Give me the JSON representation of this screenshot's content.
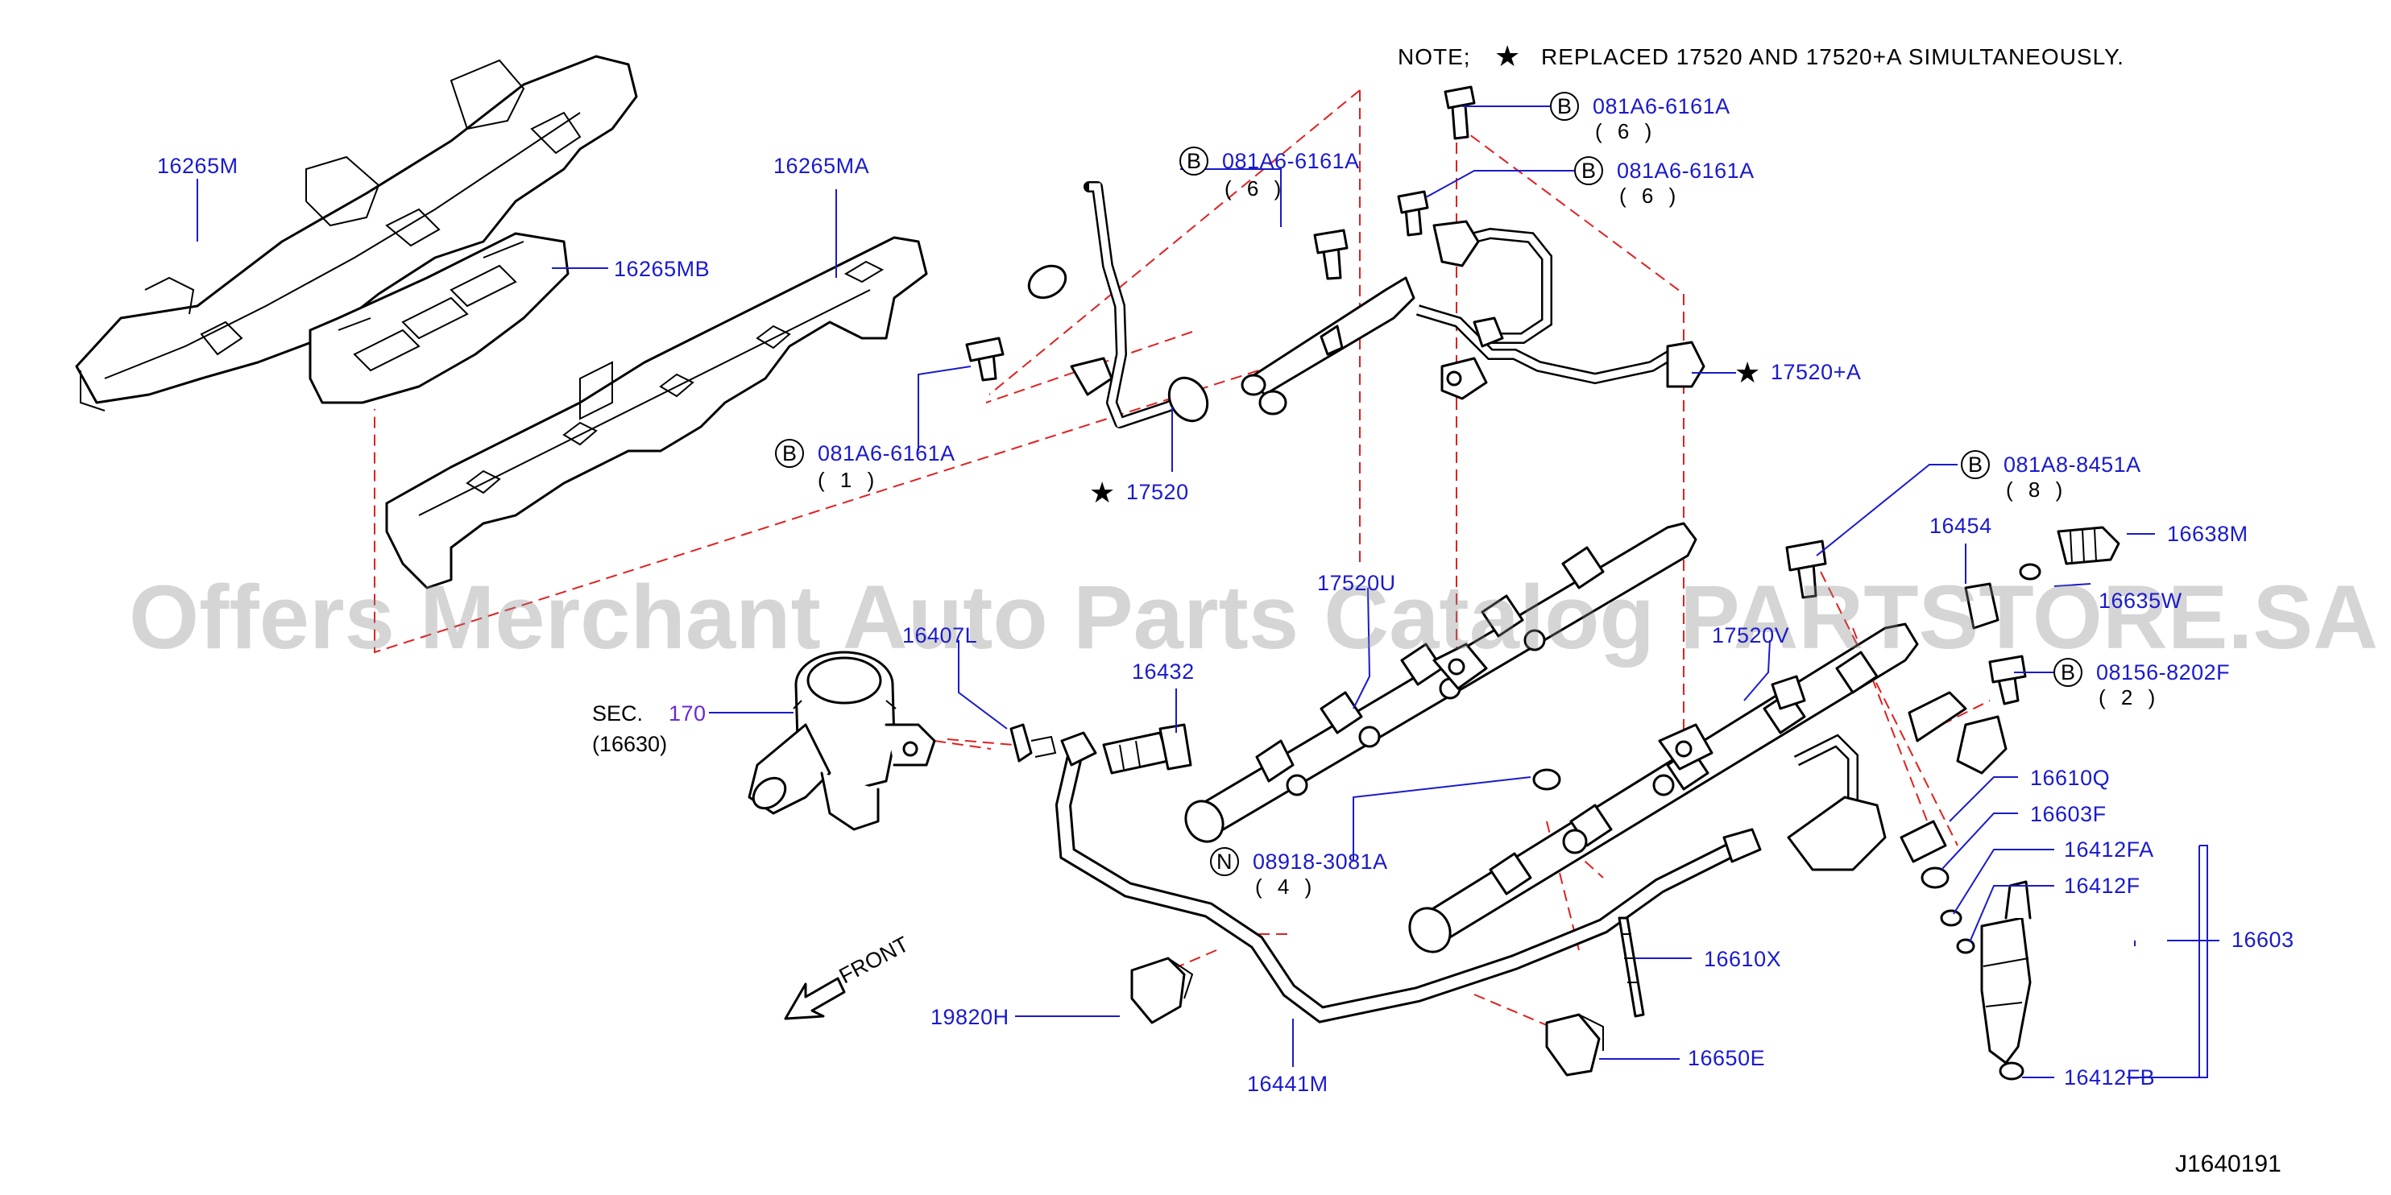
{
  "note": {
    "prefix": "NOTE;",
    "text": "REPLACED  17520  AND  17520+A  SIMULTANEOUSLY."
  },
  "watermark": "Offers Merchant Auto Parts Catalog PARTSTORE.SA",
  "diagram_id": "J1640191",
  "front_label": "FRONT",
  "sec_ref": {
    "prefix": "SEC.",
    "number": "170",
    "sub": "(16630)"
  },
  "labels": {
    "p16265M": "16265M",
    "p16265MA": "16265MA",
    "p16265MB": "16265MB",
    "b1_code": "081A6-6161A",
    "b1_qty": "( 1 )",
    "b2_code": "081A6-6161A",
    "b2_qty": "( 6 )",
    "b3_code": "081A6-6161A",
    "b3_qty": "( 6 )",
    "b4_code": "081A6-6161A",
    "b4_qty": "( 6 )",
    "p17520": "17520",
    "p17520A": "17520+A",
    "b5_code": "081A8-8451A",
    "b5_qty": "( 8 )",
    "p16454": "16454",
    "p16638M": "16638M",
    "p16635W": "16635W",
    "b6_code": "08156-8202F",
    "b6_qty": "( 2 )",
    "p17520U": "17520U",
    "p17520V": "17520V",
    "p16407L": "16407L",
    "p16432": "16432",
    "n1_code": "08918-3081A",
    "n1_qty": "( 4 )",
    "p16610Q": "16610Q",
    "p16603F": "16603F",
    "p16412FA": "16412FA",
    "p16412F": "16412F",
    "p16603": "16603",
    "p16610X": "16610X",
    "p19820H": "19820H",
    "p16650E": "16650E",
    "p16441M": "16441M",
    "p16412FB": "16412FB"
  },
  "symbols": {
    "bolt_letter": "B",
    "nut_letter": "N",
    "star": "★"
  }
}
